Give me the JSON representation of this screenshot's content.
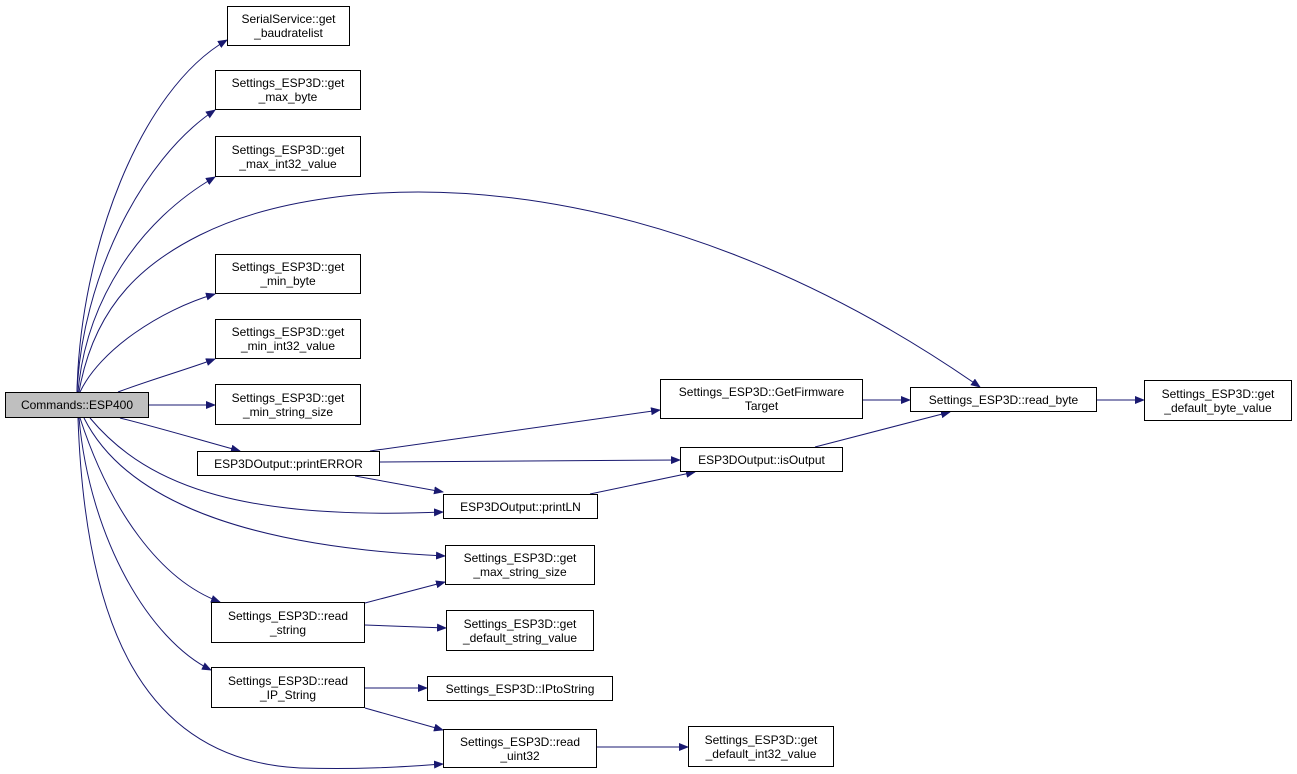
{
  "colors": {
    "edge": "#191970",
    "node_border": "#000000",
    "node_fill": "#ffffff",
    "root_fill": "#bfbfbf",
    "text": "#000000"
  },
  "graph": {
    "root": "esp400",
    "nodes": [
      {
        "id": "esp400",
        "lines": [
          "Commands::ESP400"
        ]
      },
      {
        "id": "get-baudratelist",
        "lines": [
          "SerialService::get",
          "_baudratelist"
        ]
      },
      {
        "id": "get-max-byte",
        "lines": [
          "Settings_ESP3D::get",
          "_max_byte"
        ]
      },
      {
        "id": "get-max-int32-value",
        "lines": [
          "Settings_ESP3D::get",
          "_max_int32_value"
        ]
      },
      {
        "id": "get-min-byte",
        "lines": [
          "Settings_ESP3D::get",
          "_min_byte"
        ]
      },
      {
        "id": "get-min-int32-value",
        "lines": [
          "Settings_ESP3D::get",
          "_min_int32_value"
        ]
      },
      {
        "id": "get-min-string-size",
        "lines": [
          "Settings_ESP3D::get",
          "_min_string_size"
        ]
      },
      {
        "id": "print-error",
        "lines": [
          "ESP3DOutput::printERROR"
        ]
      },
      {
        "id": "print-ln",
        "lines": [
          "ESP3DOutput::printLN"
        ]
      },
      {
        "id": "get-max-string-size",
        "lines": [
          "Settings_ESP3D::get",
          "_max_string_size"
        ]
      },
      {
        "id": "read-string",
        "lines": [
          "Settings_ESP3D::read",
          "_string"
        ]
      },
      {
        "id": "get-default-string-value",
        "lines": [
          "Settings_ESP3D::get",
          "_default_string_value"
        ]
      },
      {
        "id": "read-ip-string",
        "lines": [
          "Settings_ESP3D::read",
          "_IP_String"
        ]
      },
      {
        "id": "ip-to-string",
        "lines": [
          "Settings_ESP3D::IPtoString"
        ]
      },
      {
        "id": "read-uint32",
        "lines": [
          "Settings_ESP3D::read",
          "_uint32"
        ]
      },
      {
        "id": "get-default-int32-value",
        "lines": [
          "Settings_ESP3D::get",
          "_default_int32_value"
        ]
      },
      {
        "id": "get-firmware-target",
        "lines": [
          "Settings_ESP3D::GetFirmware",
          "Target"
        ]
      },
      {
        "id": "is-output",
        "lines": [
          "ESP3DOutput::isOutput"
        ]
      },
      {
        "id": "read-byte",
        "lines": [
          "Settings_ESP3D::read_byte"
        ]
      },
      {
        "id": "get-default-byte-value",
        "lines": [
          "Settings_ESP3D::get",
          "_default_byte_value"
        ]
      }
    ],
    "edges": [
      [
        "esp400",
        "get-baudratelist"
      ],
      [
        "esp400",
        "get-max-byte"
      ],
      [
        "esp400",
        "get-max-int32-value"
      ],
      [
        "esp400",
        "read-byte"
      ],
      [
        "esp400",
        "get-min-byte"
      ],
      [
        "esp400",
        "get-min-int32-value"
      ],
      [
        "esp400",
        "get-min-string-size"
      ],
      [
        "esp400",
        "print-error"
      ],
      [
        "esp400",
        "print-ln"
      ],
      [
        "esp400",
        "get-max-string-size"
      ],
      [
        "esp400",
        "read-string"
      ],
      [
        "esp400",
        "read-ip-string"
      ],
      [
        "esp400",
        "read-uint32"
      ],
      [
        "print-error",
        "get-firmware-target"
      ],
      [
        "print-error",
        "is-output"
      ],
      [
        "print-error",
        "print-ln"
      ],
      [
        "print-ln",
        "is-output"
      ],
      [
        "get-firmware-target",
        "read-byte"
      ],
      [
        "is-output",
        "read-byte"
      ],
      [
        "read-byte",
        "get-default-byte-value"
      ],
      [
        "read-string",
        "get-max-string-size"
      ],
      [
        "read-string",
        "get-default-string-value"
      ],
      [
        "read-ip-string",
        "ip-to-string"
      ],
      [
        "read-ip-string",
        "read-uint32"
      ],
      [
        "read-uint32",
        "get-default-int32-value"
      ]
    ]
  }
}
